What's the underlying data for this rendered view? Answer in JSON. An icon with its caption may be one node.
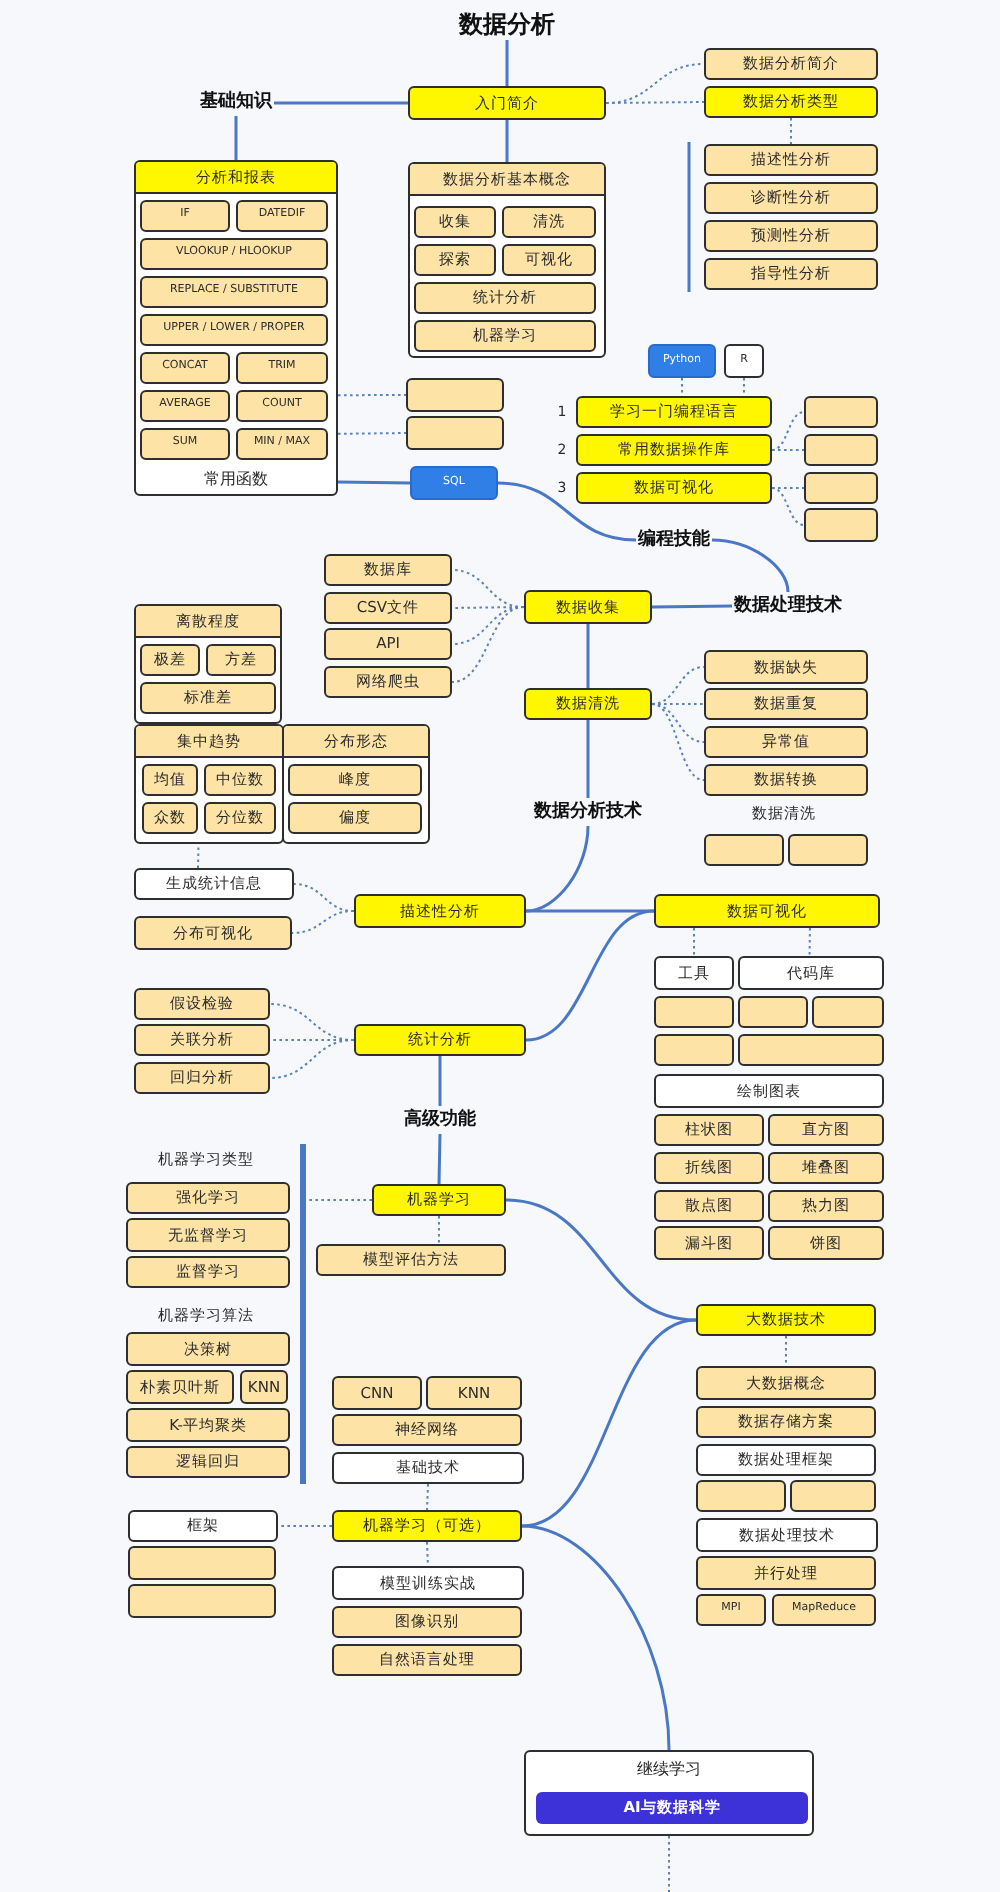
{
  "diagram": {
    "nodes": [
      {
        "text": [
          "数据分析"
        ]
      },
      {
        "text": [
          "基础知识"
        ]
      },
      {
        "text": [
          "入门简介"
        ]
      },
      {
        "text": [
          "数据分析简介"
        ]
      },
      {
        "text": [
          "数据分析类型"
        ]
      },
      {
        "text": [
          "常用函数"
        ]
      },
      {
        "text": [
          "分析和报表"
        ],
        "in": 5
      },
      {
        "text": [
          "IF"
        ],
        "in": 5
      },
      {
        "text": [
          "DATEDIF"
        ],
        "in": 5
      },
      {
        "text": [
          "VLOOKUP / HLOOKUP"
        ],
        "in": 5
      },
      {
        "text": [
          "REPLACE / SUBSTITUTE"
        ],
        "in": 5
      },
      {
        "text": [
          "UPPER / LOWER / PROPER"
        ],
        "in": 5
      },
      {
        "text": [
          "CONCAT"
        ],
        "in": 5
      },
      {
        "text": [
          "TRIM"
        ],
        "in": 5
      },
      {
        "text": [
          "AVERAGE"
        ],
        "in": 5
      },
      {
        "text": [
          "COUNT"
        ],
        "in": 5
      },
      {
        "text": [
          "SUM"
        ],
        "in": 5
      },
      {
        "text": [
          "MIN / MAX"
        ],
        "in": 5
      },
      {
        "text": [],
        "shape": "box"
      },
      {
        "text": [
          "数据分析基本概念"
        ],
        "in": 18
      },
      {
        "text": [
          "收集"
        ],
        "in": 18
      },
      {
        "text": [
          "清洗"
        ],
        "in": 18
      },
      {
        "text": [
          "探索"
        ],
        "in": 18
      },
      {
        "text": [
          "可视化"
        ],
        "in": 18
      },
      {
        "text": [
          "统计分析"
        ],
        "in": 18
      },
      {
        "text": [
          "机器学习"
        ],
        "in": 18
      },
      {
        "text": [
          "描述性分析"
        ]
      },
      {
        "text": [
          "诊断性分析"
        ]
      },
      {
        "text": [
          "预测性分析"
        ]
      },
      {
        "text": [
          "指导性分析"
        ]
      },
      {
        "text": [
          "Python"
        ]
      },
      {
        "text": [
          "R"
        ]
      },
      {
        "text": [],
        "shape": "box"
      },
      {
        "text": [],
        "shape": "box"
      },
      {
        "text": [
          "学习一门编程语言"
        ],
        "beside": [
          "1"
        ]
      },
      {
        "text": [
          "常用数据操作库"
        ],
        "beside": [
          "2"
        ]
      },
      {
        "text": [
          "数据可视化"
        ],
        "beside": [
          "3"
        ]
      },
      {
        "text": [],
        "shape": "box"
      },
      {
        "text": [],
        "shape": "box"
      },
      {
        "text": [],
        "shape": "box"
      },
      {
        "text": [],
        "shape": "box"
      },
      {
        "text": [
          "SQL"
        ]
      },
      {
        "text": [
          "编程技能"
        ]
      },
      {
        "text": [
          "数据库"
        ]
      },
      {
        "text": [
          "CSV文件"
        ]
      },
      {
        "text": [
          "API"
        ]
      },
      {
        "text": [
          "网络爬虫"
        ]
      },
      {
        "text": [
          "数据收集"
        ]
      },
      {
        "text": [
          "数据处理技术"
        ]
      },
      {
        "text": [],
        "shape": "box"
      },
      {
        "text": [
          "离散程度"
        ],
        "in": 49
      },
      {
        "text": [
          "极差"
        ],
        "in": 49
      },
      {
        "text": [
          "方差"
        ],
        "in": 49
      },
      {
        "text": [
          "标准差"
        ],
        "in": 49
      },
      {
        "text": [
          "数据缺失"
        ]
      },
      {
        "text": [
          "数据清洗"
        ]
      },
      {
        "text": [
          "数据重复"
        ]
      },
      {
        "text": [
          "异常值"
        ]
      },
      {
        "text": [
          "数据转换"
        ]
      },
      {
        "text": [],
        "shape": "box"
      },
      {
        "text": [
          "集中趋势"
        ],
        "in": 59
      },
      {
        "text": [
          "均值"
        ],
        "in": 59
      },
      {
        "text": [
          "中位数"
        ],
        "in": 59
      },
      {
        "text": [
          "众数"
        ],
        "in": 59
      },
      {
        "text": [
          "分位数"
        ],
        "in": 59
      },
      {
        "text": [],
        "shape": "box"
      },
      {
        "text": [
          "分布形态"
        ],
        "in": 65
      },
      {
        "text": [
          "峰度"
        ],
        "in": 65
      },
      {
        "text": [
          "偏度"
        ],
        "in": 65
      },
      {
        "text": [
          "数据分析技术"
        ]
      },
      {
        "text": [],
        "shape": "box"
      },
      {
        "text": [],
        "shape": "box"
      },
      {
        "text": [
          "生成统计信息"
        ]
      },
      {
        "text": [
          "描述性分析"
        ]
      },
      {
        "text": [
          "数据可视化"
        ]
      },
      {
        "text": [
          "分布可视化"
        ]
      },
      {
        "text": [
          "工具"
        ]
      },
      {
        "text": [
          "代码库"
        ]
      },
      {
        "text": [],
        "shape": "box"
      },
      {
        "text": [],
        "shape": "box"
      },
      {
        "text": [],
        "shape": "box"
      },
      {
        "text": [
          "假设检验"
        ]
      },
      {
        "text": [
          "统计分析"
        ]
      },
      {
        "text": [],
        "shape": "box"
      },
      {
        "text": [],
        "shape": "box"
      },
      {
        "text": [
          "关联分析"
        ]
      },
      {
        "text": [
          "回归分析"
        ]
      },
      {
        "text": [
          "绘制图表"
        ]
      },
      {
        "text": [
          "柱状图"
        ]
      },
      {
        "text": [
          "直方图"
        ]
      },
      {
        "text": [
          "折线图"
        ]
      },
      {
        "text": [
          "堆叠图"
        ]
      },
      {
        "text": [
          "散点图"
        ]
      },
      {
        "text": [
          "热力图"
        ]
      },
      {
        "text": [
          "漏斗图"
        ]
      },
      {
        "text": [
          "饼图"
        ]
      },
      {
        "text": [
          "高级功能"
        ]
      },
      {
        "text": [],
        "shape": "bar"
      },
      {
        "text": [
          "强化学习"
        ]
      },
      {
        "text": [
          "机器学习"
        ]
      },
      {
        "text": [
          "无监督学习"
        ]
      },
      {
        "text": [
          "模型评估方法"
        ]
      },
      {
        "text": [
          "监督学习"
        ]
      },
      {
        "text": [
          "大数据技术"
        ]
      },
      {
        "text": [
          "决策树"
        ]
      },
      {
        "text": [
          "朴素贝叶斯"
        ]
      },
      {
        "text": [
          "KNN"
        ]
      },
      {
        "text": [
          "大数据概念"
        ]
      },
      {
        "text": [
          "CNN"
        ]
      },
      {
        "text": [
          "KNN"
        ]
      },
      {
        "text": [
          "K-平均聚类"
        ]
      },
      {
        "text": [
          "数据存储方案"
        ]
      },
      {
        "text": [
          "神经网络"
        ]
      },
      {
        "text": [
          "逻辑回归"
        ]
      },
      {
        "text": [
          "数据处理框架"
        ]
      },
      {
        "text": [
          "基础技术"
        ]
      },
      {
        "text": [],
        "shape": "box"
      },
      {
        "text": [],
        "shape": "box"
      },
      {
        "text": [
          "框架"
        ]
      },
      {
        "text": [
          "机器学习（可选）"
        ]
      },
      {
        "text": [
          "数据处理技术"
        ]
      },
      {
        "text": [],
        "shape": "box"
      },
      {
        "text": [
          "模型训练实战"
        ]
      },
      {
        "text": [
          "并行处理"
        ]
      },
      {
        "text": [],
        "shape": "box"
      },
      {
        "text": [
          "图像识别"
        ]
      },
      {
        "text": [
          "MPI"
        ]
      },
      {
        "text": [
          "MapReduce"
        ]
      },
      {
        "text": [
          "自然语言处理"
        ]
      },
      {
        "text": [
          "继续学习"
        ]
      },
      {
        "text": [
          "AI与数据科学"
        ],
        "in": 129
      }
    ],
    "edges": [
      {
        "from": 0,
        "to": 2,
        "arrow": "none"
      },
      {
        "from": 2,
        "to": 1,
        "arrow": "none"
      },
      {
        "from": 2,
        "to": 18,
        "arrow": "none"
      },
      {
        "from": 2,
        "to": 3,
        "arrow": "none",
        "style": "dashed"
      },
      {
        "from": 2,
        "to": 4,
        "arrow": "none",
        "style": "dashed"
      },
      {
        "from": 4,
        "to": 26,
        "arrow": "none",
        "style": "dashed"
      },
      {
        "from": 1,
        "to": 5,
        "arrow": "none"
      },
      {
        "from": 5,
        "to": 32,
        "arrow": "none",
        "style": "dashed"
      },
      {
        "from": 5,
        "to": 33,
        "arrow": "none",
        "style": "dashed"
      },
      {
        "from": 5,
        "to": 41,
        "arrow": "none"
      },
      {
        "from": 30,
        "to": 34,
        "arrow": "none",
        "style": "dashed"
      },
      {
        "from": 31,
        "to": 34,
        "arrow": "none",
        "style": "dashed"
      },
      {
        "from": 35,
        "to": 37,
        "arrow": "none",
        "style": "dashed"
      },
      {
        "from": 35,
        "to": 38,
        "arrow": "none",
        "style": "dashed"
      },
      {
        "from": 36,
        "to": 39,
        "arrow": "none",
        "style": "dashed"
      },
      {
        "from": 36,
        "to": 40,
        "arrow": "none",
        "style": "dashed"
      },
      {
        "from": 41,
        "to": 42,
        "arrow": "none"
      },
      {
        "from": 42,
        "to": 48,
        "arrow": "none"
      },
      {
        "from": 48,
        "to": 47,
        "arrow": "none"
      },
      {
        "from": 47,
        "to": 43,
        "arrow": "none",
        "style": "dashed"
      },
      {
        "from": 47,
        "to": 44,
        "arrow": "none",
        "style": "dashed"
      },
      {
        "from": 47,
        "to": 45,
        "arrow": "none",
        "style": "dashed"
      },
      {
        "from": 47,
        "to": 46,
        "arrow": "none",
        "style": "dashed"
      },
      {
        "from": 47,
        "to": 55,
        "arrow": "none"
      },
      {
        "from": 55,
        "to": 54,
        "arrow": "none",
        "style": "dashed"
      },
      {
        "from": 55,
        "to": 56,
        "arrow": "none",
        "style": "dashed"
      },
      {
        "from": 55,
        "to": 57,
        "arrow": "none",
        "style": "dashed"
      },
      {
        "from": 55,
        "to": 58,
        "arrow": "none",
        "style": "dashed"
      },
      {
        "from": 55,
        "to": 69,
        "arrow": "none"
      },
      {
        "from": 69,
        "to": 73,
        "arrow": "none"
      },
      {
        "from": 73,
        "to": 74,
        "arrow": "none"
      },
      {
        "from": 74,
        "to": 82,
        "arrow": "none"
      },
      {
        "from": 72,
        "to": 59,
        "arrow": "none",
        "style": "dashed"
      },
      {
        "from": 73,
        "to": 72,
        "arrow": "none",
        "style": "dashed"
      },
      {
        "from": 73,
        "to": 75,
        "arrow": "none",
        "style": "dashed"
      },
      {
        "from": 74,
        "to": 76,
        "arrow": "none",
        "style": "dashed"
      },
      {
        "from": 74,
        "to": 77,
        "arrow": "none",
        "style": "dashed"
      },
      {
        "from": 82,
        "to": 81,
        "arrow": "none",
        "style": "dashed"
      },
      {
        "from": 82,
        "to": 85,
        "arrow": "none",
        "style": "dashed"
      },
      {
        "from": 82,
        "to": 86,
        "arrow": "none",
        "style": "dashed"
      },
      {
        "from": 82,
        "to": 96,
        "arrow": "none"
      },
      {
        "from": 96,
        "to": 99,
        "arrow": "none"
      },
      {
        "from": 99,
        "to": 97,
        "arrow": "none",
        "style": "dashed"
      },
      {
        "from": 99,
        "to": 101,
        "arrow": "none",
        "style": "dashed"
      },
      {
        "from": 99,
        "to": 103,
        "arrow": "none"
      },
      {
        "from": 103,
        "to": 107,
        "arrow": "none",
        "style": "dashed"
      },
      {
        "from": 103,
        "to": 119,
        "arrow": "none"
      },
      {
        "from": 115,
        "to": 119,
        "arrow": "none",
        "style": "dashed"
      },
      {
        "from": 119,
        "to": 118,
        "arrow": "none",
        "style": "dashed"
      },
      {
        "from": 119,
        "to": 122,
        "arrow": "none",
        "style": "dashed"
      },
      {
        "from": 119,
        "to": 129,
        "arrow": "none"
      },
      {
        "from": 129,
        "to": null,
        "arrow": "none",
        "style": "dashed"
      }
    ],
    "labels": [
      "数据清洗",
      "机器学习类型",
      "机器学习算法"
    ]
  }
}
